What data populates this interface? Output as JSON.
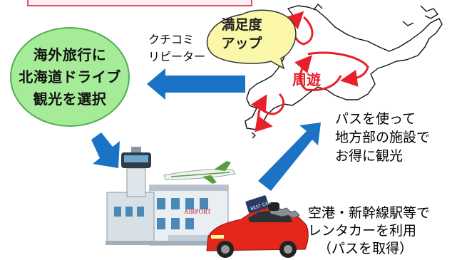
{
  "circle": {
    "lines": [
      "海外旅行に",
      "北海道ドライブ",
      "観光を選択"
    ]
  },
  "word_of_mouth": {
    "lines": [
      "クチコミ",
      "リピーター"
    ]
  },
  "satisfaction": {
    "lines": [
      "満足度",
      "アップ"
    ]
  },
  "tour": {
    "label": "周遊"
  },
  "pass_use": {
    "lines": [
      "パスを使って",
      "地方部の施設で",
      "お得に観光"
    ]
  },
  "rental": {
    "lines": [
      "空港・新幹線駅等で",
      "レンタカーを利用",
      "（パスを取得）"
    ]
  },
  "airport": {
    "sign": "AIRPORT"
  },
  "car": {
    "tag": "BEST CAR"
  },
  "colors": {
    "arrow": "#1a73c4",
    "loop": "#e8202a",
    "circle_fill": "#a6ec98",
    "bubble_fill": "#fbf7a8",
    "car_body": "#e3271b",
    "frame": "#e0506a"
  }
}
